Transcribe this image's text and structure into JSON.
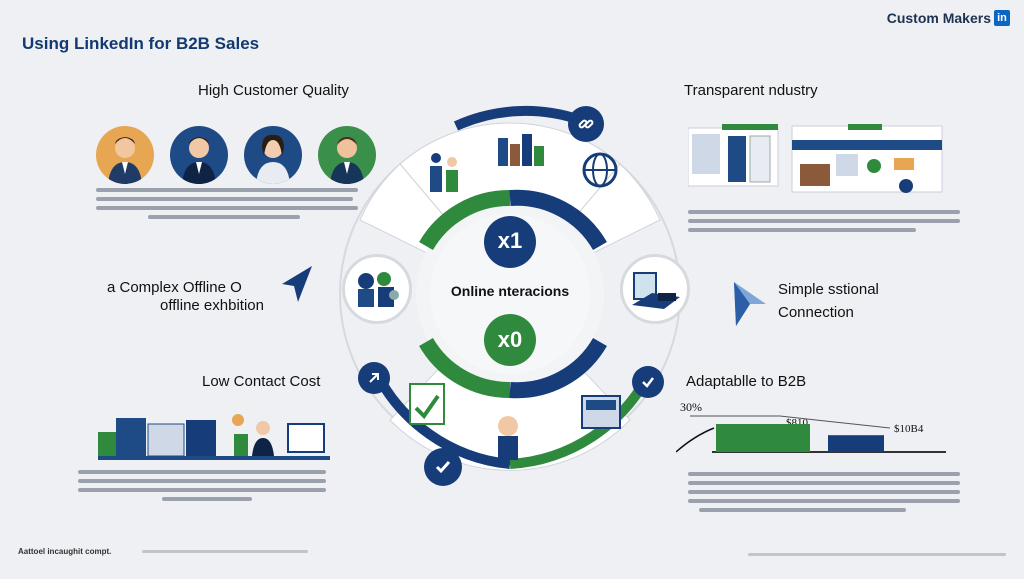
{
  "header": {
    "title": "Using LinkedIn for B2B Sales",
    "brand": "Custom Makers",
    "brand_badge": "in"
  },
  "sections": {
    "high_customer_quality": {
      "title": "High Customer Quality"
    },
    "transparent_industry": {
      "title": "Transparent ndustry"
    },
    "complex_offline": {
      "line1": "a Complex Offline O",
      "line2": "offline exhbition"
    },
    "simple_connection": {
      "line1": "Simple sstional",
      "line2": "Connection"
    },
    "low_contact_cost": {
      "title": "Low Contact Cost"
    },
    "adaptable_b2b": {
      "title": "Adaptablle to B2B"
    }
  },
  "center": {
    "top_badge": "x1",
    "label": "Online nteracions",
    "bottom_badge": "x0"
  },
  "chart_data": {
    "type": "bar",
    "categories": [
      "",
      ""
    ],
    "values": [
      30,
      18
    ],
    "value_labels": [
      "30%",
      "$810",
      "$10B4"
    ],
    "colors": [
      "#2f8a3e",
      "#163d7a"
    ]
  },
  "footer": {
    "left_text": "Aattoel incaughit compt."
  },
  "colors": {
    "navy": "#163d7a",
    "green": "#2f8a3e",
    "accent": "#0a66c2"
  },
  "icons": [
    "person-avatar-icon",
    "checkmark-icon",
    "globe-icon",
    "paper-plane-icon",
    "link-icon"
  ]
}
